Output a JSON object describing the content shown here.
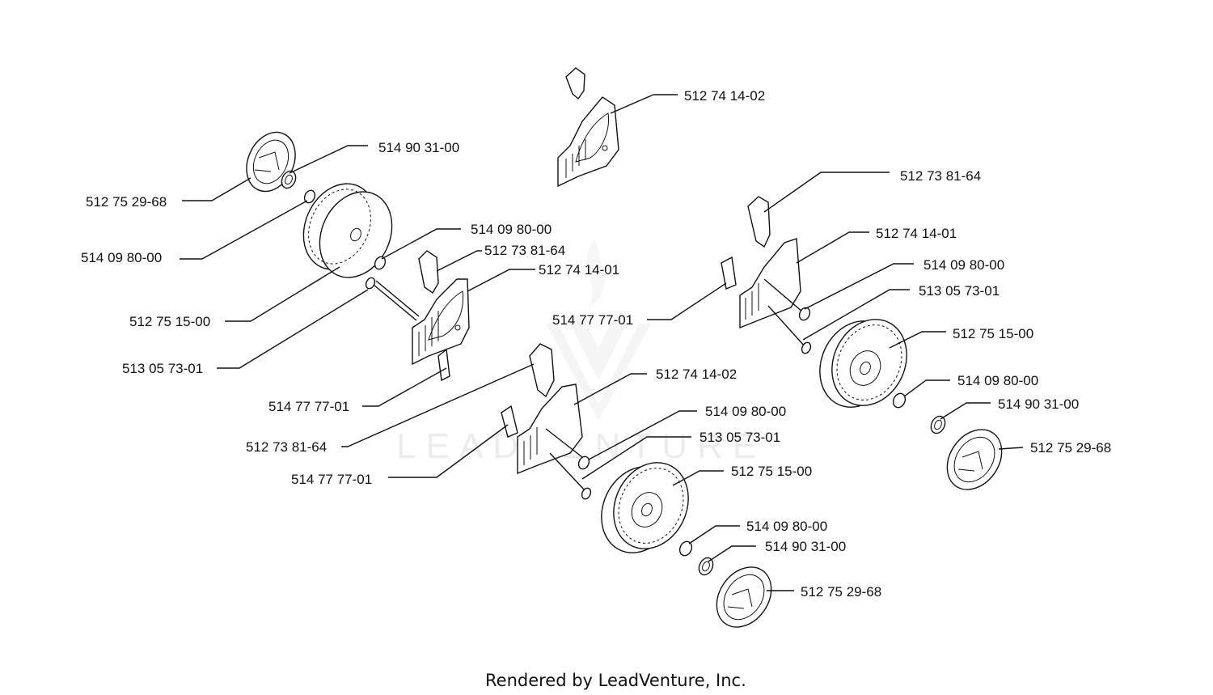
{
  "watermark": "LEADVENTURE",
  "footer": "Rendered by LeadVenture, Inc.",
  "callouts": [
    {
      "id": "c1",
      "text": "512 74 14-02"
    },
    {
      "id": "c2",
      "text": "514 90 31-00"
    },
    {
      "id": "c3",
      "text": "512 75 29-68"
    },
    {
      "id": "c4",
      "text": "514 09 80-00"
    },
    {
      "id": "c5",
      "text": "514 09 80-00"
    },
    {
      "id": "c6",
      "text": "512 73 81-64"
    },
    {
      "id": "c7",
      "text": "512 74 14-01"
    },
    {
      "id": "c8",
      "text": "512 75 15-00"
    },
    {
      "id": "c9",
      "text": "513 05 73-01"
    },
    {
      "id": "c10",
      "text": "514 77 77-01"
    },
    {
      "id": "c11",
      "text": "512 73 81-64"
    },
    {
      "id": "c12",
      "text": "512 74 14-01"
    },
    {
      "id": "c13",
      "text": "514 09 80-00"
    },
    {
      "id": "c14",
      "text": "513 05 73-01"
    },
    {
      "id": "c15",
      "text": "514 77 77-01"
    },
    {
      "id": "c16",
      "text": "512 75 15-00"
    },
    {
      "id": "c17",
      "text": "514 09 80-00"
    },
    {
      "id": "c18",
      "text": "514 90 31-00"
    },
    {
      "id": "c19",
      "text": "512 75 29-68"
    },
    {
      "id": "c20",
      "text": "512 74 14-02"
    },
    {
      "id": "c21",
      "text": "512 73 81-64"
    },
    {
      "id": "c22",
      "text": "514 09 80-00"
    },
    {
      "id": "c23",
      "text": "513 05 73-01"
    },
    {
      "id": "c24",
      "text": "514 77 77-01"
    },
    {
      "id": "c25",
      "text": "512 75 15-00"
    },
    {
      "id": "c26",
      "text": "514 09 80-00"
    },
    {
      "id": "c27",
      "text": "514 90 31-00"
    },
    {
      "id": "c28",
      "text": "512 75 29-68"
    }
  ]
}
